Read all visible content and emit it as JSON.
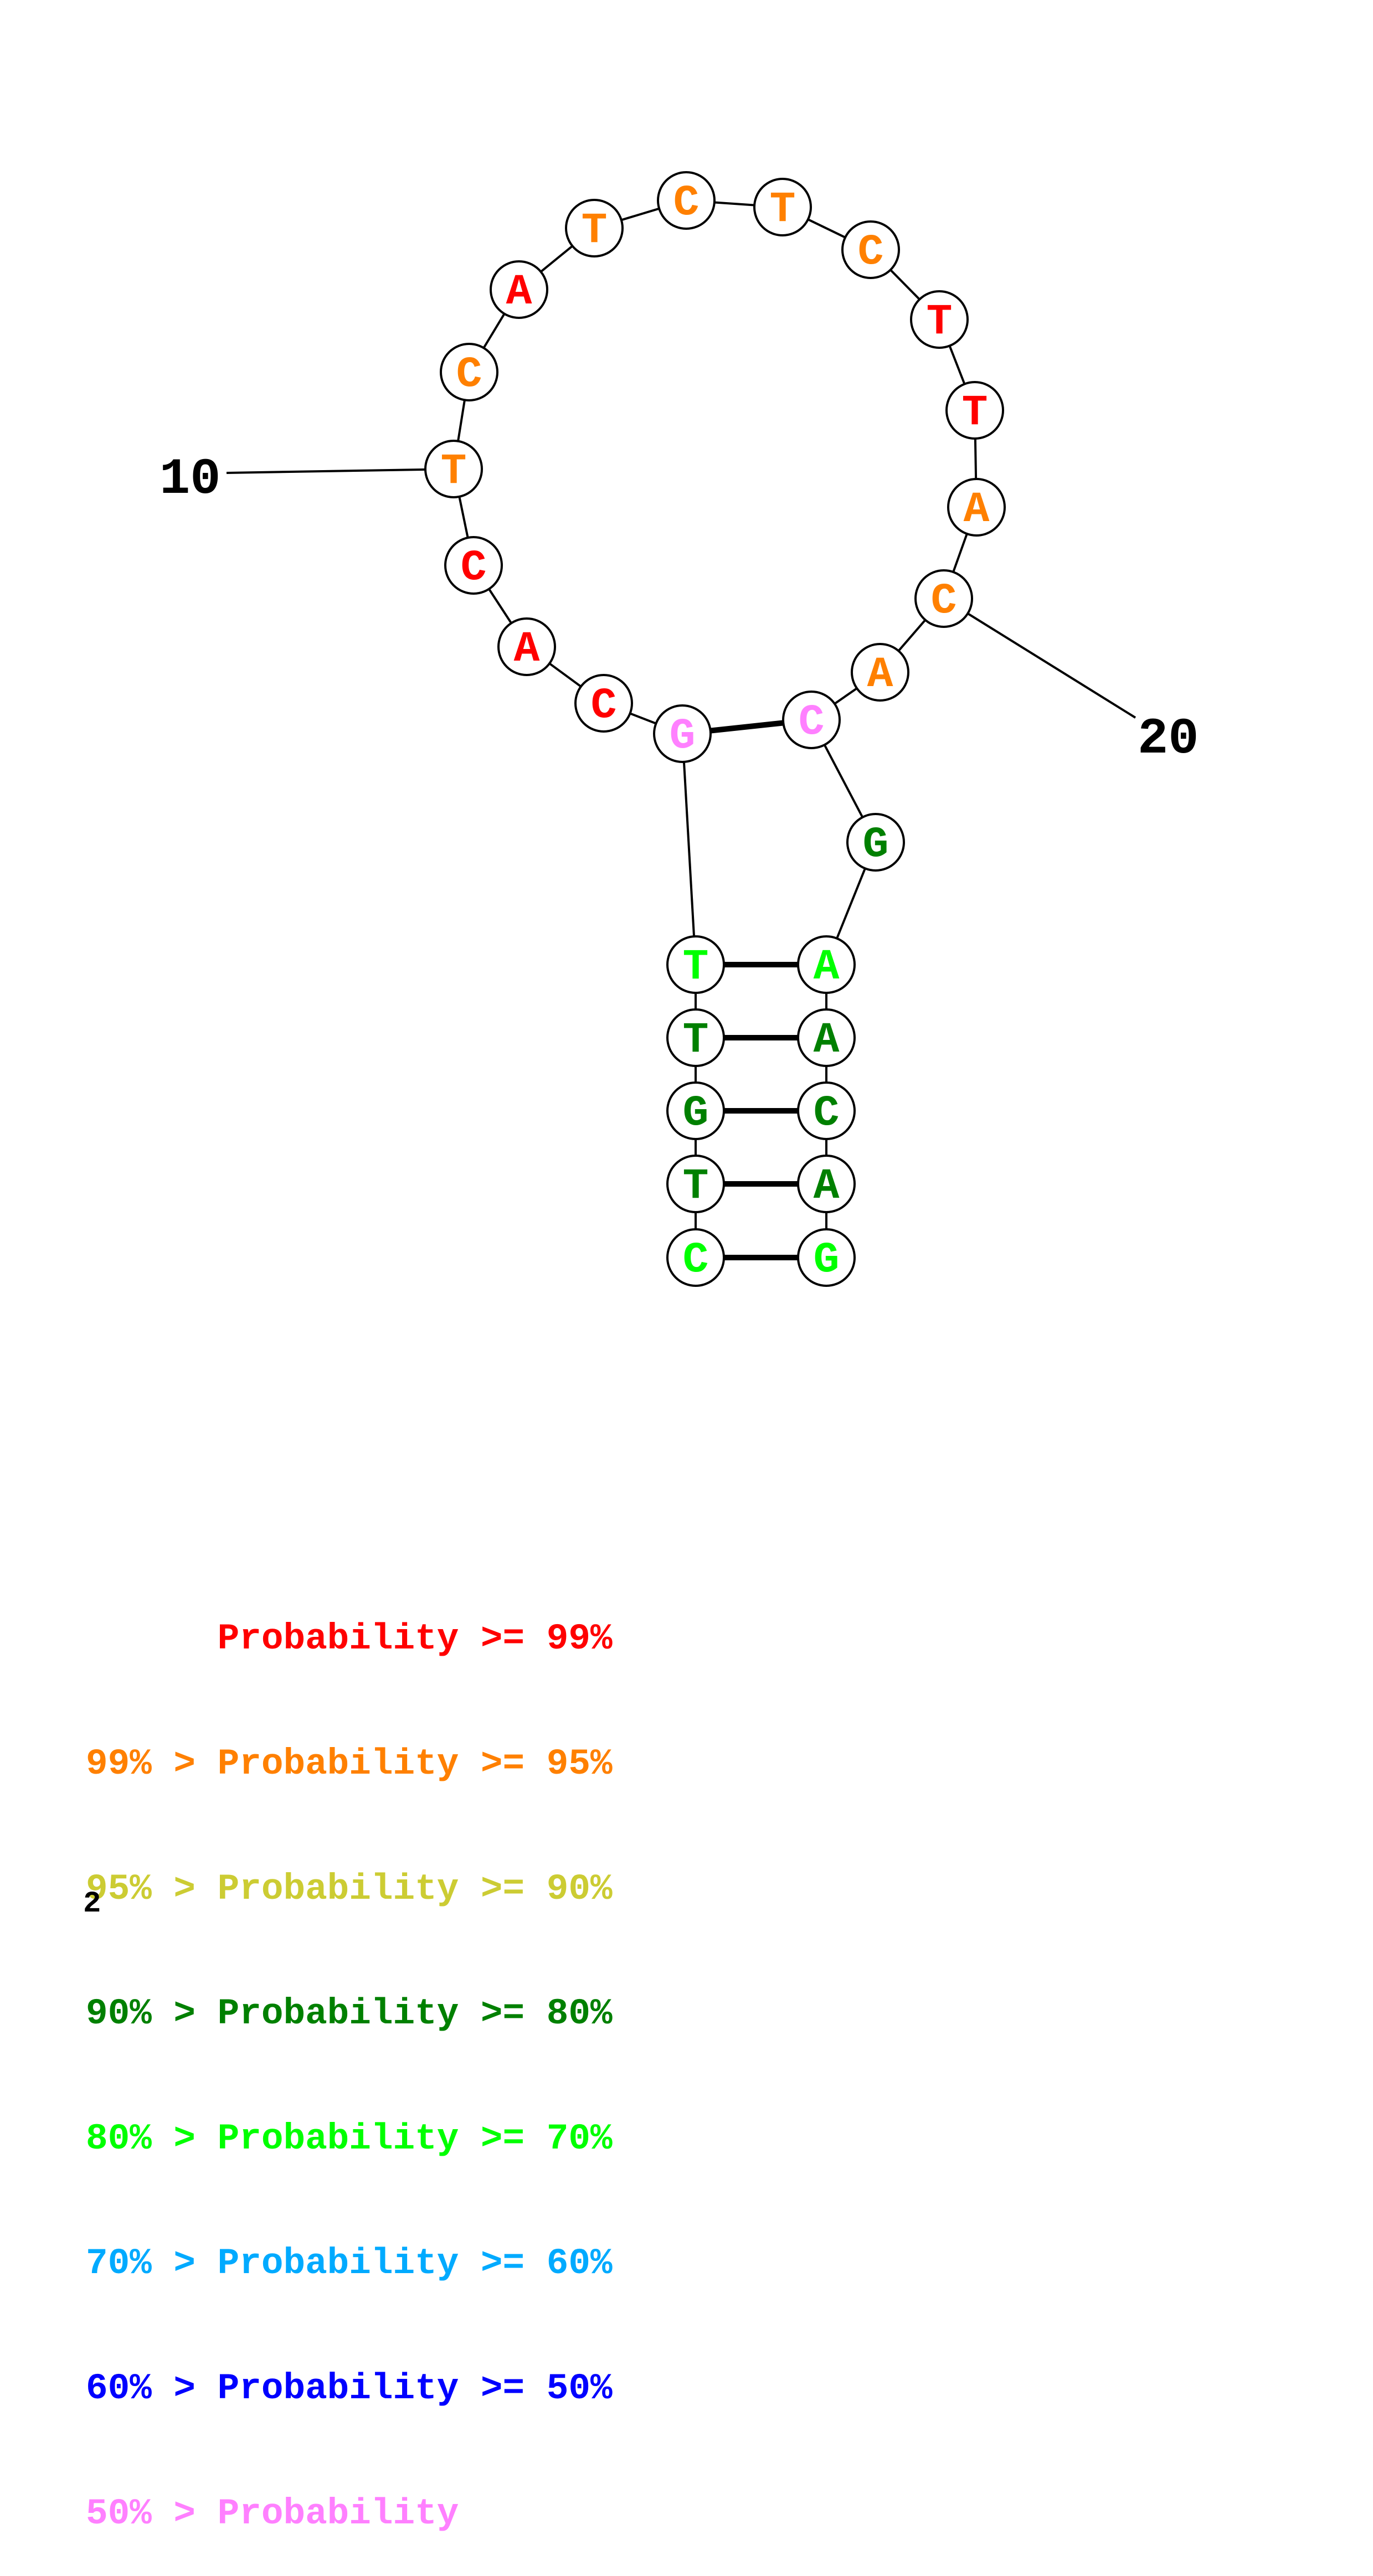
{
  "title": "RNA secondary structure with base-pair probabilities",
  "sequence": "CTGTTGCACTCATCTCTTACACGAACAG",
  "nucleotides": [
    {
      "index": 1,
      "base": "C",
      "class": "p70"
    },
    {
      "index": 2,
      "base": "T",
      "class": "p80"
    },
    {
      "index": 3,
      "base": "G",
      "class": "p80"
    },
    {
      "index": 4,
      "base": "T",
      "class": "p80"
    },
    {
      "index": 5,
      "base": "T",
      "class": "p70"
    },
    {
      "index": 6,
      "base": "G",
      "class": "plow"
    },
    {
      "index": 7,
      "base": "C",
      "class": "p99"
    },
    {
      "index": 8,
      "base": "A",
      "class": "p99"
    },
    {
      "index": 9,
      "base": "C",
      "class": "p99"
    },
    {
      "index": 10,
      "base": "T",
      "class": "p95"
    },
    {
      "index": 11,
      "base": "C",
      "class": "p95"
    },
    {
      "index": 12,
      "base": "A",
      "class": "p99"
    },
    {
      "index": 13,
      "base": "T",
      "class": "p95"
    },
    {
      "index": 14,
      "base": "C",
      "class": "p95"
    },
    {
      "index": 15,
      "base": "T",
      "class": "p95"
    },
    {
      "index": 16,
      "base": "C",
      "class": "p95"
    },
    {
      "index": 17,
      "base": "T",
      "class": "p99"
    },
    {
      "index": 18,
      "base": "T",
      "class": "p99"
    },
    {
      "index": 19,
      "base": "A",
      "class": "p95"
    },
    {
      "index": 20,
      "base": "C",
      "class": "p95"
    },
    {
      "index": 21,
      "base": "A",
      "class": "p95"
    },
    {
      "index": 22,
      "base": "C",
      "class": "plow"
    },
    {
      "index": 23,
      "base": "G",
      "class": "p80"
    },
    {
      "index": 24,
      "base": "A",
      "class": "p70"
    },
    {
      "index": 25,
      "base": "A",
      "class": "p80"
    },
    {
      "index": 26,
      "base": "C",
      "class": "p80"
    },
    {
      "index": 27,
      "base": "A",
      "class": "p80"
    },
    {
      "index": 28,
      "base": "G",
      "class": "p70"
    }
  ],
  "base_pairs": [
    [
      1,
      28
    ],
    [
      2,
      27
    ],
    [
      3,
      26
    ],
    [
      4,
      25
    ],
    [
      5,
      24
    ],
    [
      6,
      22
    ]
  ],
  "position_labels": [
    {
      "index": 10,
      "text": "10"
    },
    {
      "index": 20,
      "text": "20"
    }
  ],
  "probability_colors": {
    "p99": "#FF0000",
    "p95": "#FF8000",
    "p90": "#CCCC33",
    "p80": "#008000",
    "p70": "#00FF00",
    "p60": "#00AAFF",
    "p50": "#0000FF",
    "plow": "#FF80FF"
  },
  "legend": [
    {
      "class": "p99",
      "text": "      Probability >= 99%"
    },
    {
      "class": "p95",
      "text": "99% > Probability >= 95%"
    },
    {
      "class": "p90",
      "text": "95% > Probability >= 90%"
    },
    {
      "class": "p80",
      "text": "90% > Probability >= 80%"
    },
    {
      "class": "p70",
      "text": "80% > Probability >= 70%"
    },
    {
      "class": "p60",
      "text": "70% > Probability >= 60%"
    },
    {
      "class": "p50",
      "text": "60% > Probability >= 50%"
    },
    {
      "class": "plow",
      "text": "50% > Probability"
    }
  ],
  "page_number": "2"
}
